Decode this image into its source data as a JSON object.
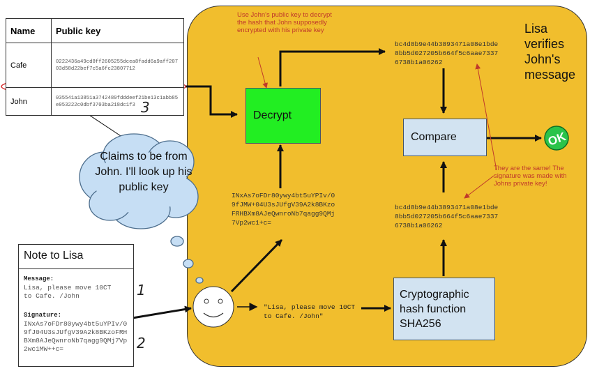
{
  "table": {
    "headers": [
      "Name",
      "Public key"
    ],
    "rows": [
      {
        "name": "Cafe",
        "key": "0222436a49cd8ff2605255dcea8fadd6a9aff20703d58d22bef7c5a6fc23807712"
      },
      {
        "name": "John",
        "key": "035541a13851a3742489fdddeef21be13c1abb85e053222c0dbf3703ba218dc1f3"
      }
    ]
  },
  "annotations": {
    "decrypt_note": "Use John's public key to decrypt the hash that John supposedly encrypted with his private key",
    "same_note": "They are the same! The signature was made with Johns private key!",
    "handwritten_3": "3",
    "handwritten_1": "1",
    "handwritten_2": "2"
  },
  "panel_title": "Lisa verifies John's message",
  "boxes": {
    "decrypt": "Decrypt",
    "compare": "Compare",
    "hash_function": "Cryptographic hash function SHA256"
  },
  "hashes": {
    "decrypted": "bc4d8b9e44b3893471a08e1bde8bb5d027205b664f5c6aae73376738b1a06262",
    "computed": "bc4d8b9e44b3893471a08e1bde8bb5d027205b664f5c6aae73376738b1a06262"
  },
  "signature_text": "INxAs7oFDr80ywy4bt5uYPIv/09fJMW+04U3sJUfgV39A2k8BKzoFRHBXm8AJeQwnroNb7qagg9QMj7Vp2wc1+c=",
  "message_text": "\"Lisa, please move 10CT to Cafe. /John\"",
  "ok_badge": "OK",
  "cloud_text": "Claims to be from John. I'll look up his public key",
  "note": {
    "title": "Note to Lisa",
    "message_label": "Message:",
    "message": "Lisa, please move 10CT to Cafe. /John",
    "signature_label": "Signature:",
    "signature": "INxAs7oFDr80ywy4bt5uYPIv/09fJ04U3sJUfgV39A2k8BKzoFRHBXm8AJeQwnroNb7qagg9QMj7Vp2wc1MW++c="
  },
  "colors": {
    "panel": "#f1be2d",
    "decrypt_box": "#22ee22",
    "blue_box": "#d2e3f1",
    "cloud": "#c6def4",
    "ok_badge": "#2bc34a",
    "red_note": "#c0392b"
  }
}
